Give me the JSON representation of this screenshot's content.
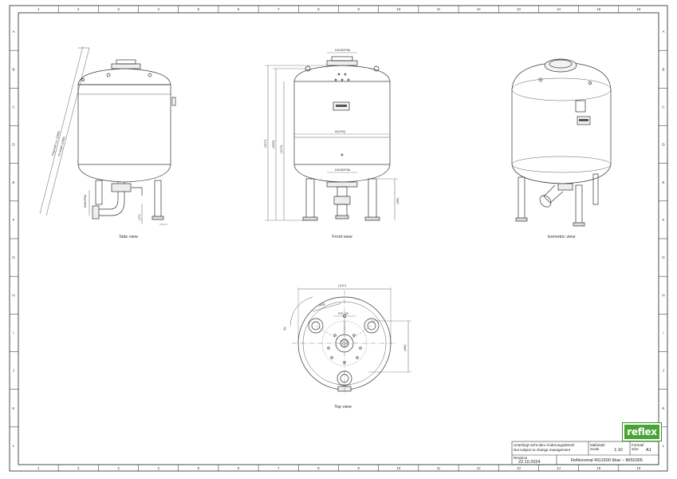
{
  "frame": {
    "columns": [
      "1",
      "2",
      "3",
      "4",
      "5",
      "6",
      "7",
      "8",
      "9",
      "10",
      "11",
      "12",
      "13",
      "14",
      "15",
      "16"
    ],
    "rows": [
      "A",
      "B",
      "C",
      "D",
      "E",
      "F",
      "G",
      "H",
      "I",
      "J",
      "K",
      "L"
    ]
  },
  "views": {
    "side": "Side view",
    "front": "Front view",
    "isometric": "Isometric view",
    "top": "Top view"
  },
  "side_dims": {
    "tilt_diag": "Kippmaß ca. (2380)",
    "tilt_height": "tilt height (2380)",
    "conn": "DN80/PN6",
    "foot": "(170)"
  },
  "front_dims": {
    "top_flange": "DN150/PN6",
    "bottom_flange": "DN150/PN6",
    "h_total": "(2017)",
    "h_1": "(1833)",
    "h_2": "(1472)",
    "diameter": "Ø(1200)",
    "leg": "(490)"
  },
  "top_dims": {
    "overall": "(1137)",
    "angle": "30°",
    "offset": "(405)",
    "inner": "(480)",
    "bolt": "PCD 160"
  },
  "title_block": {
    "note_de": "Unterliegt nicht dem Änderungsdienst/",
    "note_en": "Not subject to change management",
    "scale_label": "Maßstab/ Scale",
    "scale": "1:10",
    "format_label": "Format/ Size",
    "format": "A1",
    "revision_label": "Revision",
    "revision": "22.10.2024",
    "title": "Reflexomat RG1500 6bar – 8650305"
  },
  "brand": {
    "logo_text": "reflex",
    "logo_color": "#4aa336"
  }
}
